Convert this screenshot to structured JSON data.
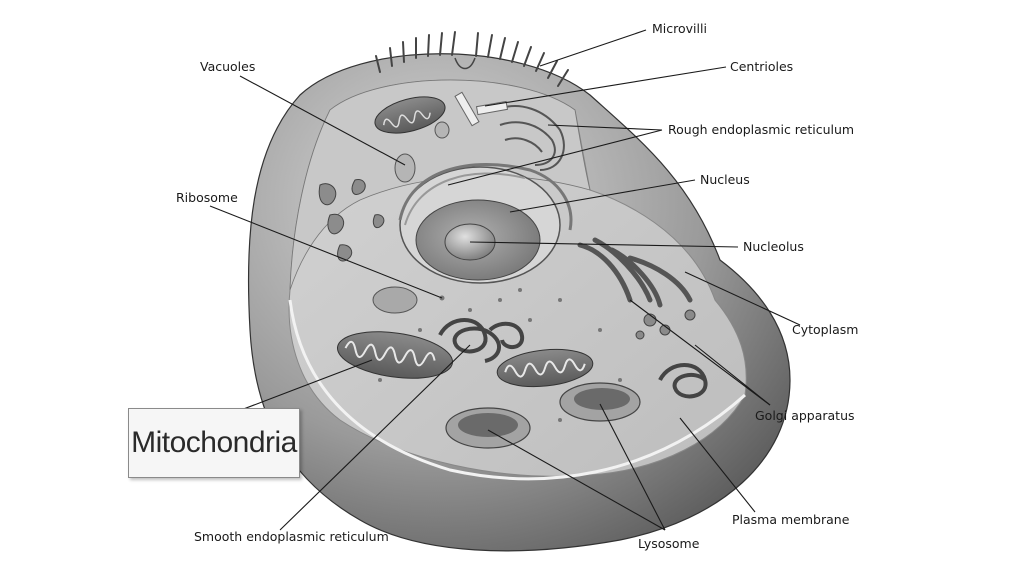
{
  "labels": {
    "microvilli": "Microvilli",
    "vacuoles": "Vacuoles",
    "centrioles": "Centrioles",
    "rough_er": "Rough endoplasmic reticulum",
    "nucleus": "Nucleus",
    "ribosome": "Ribosome",
    "nucleolus": "Nucleolus",
    "cytoplasm": "Cytoplasm",
    "golgi": "Golgi apparatus",
    "plasma_membrane": "Plasma membrane",
    "lysosome": "Lysosome",
    "smooth_er": "Smooth endoplasmic reticulum",
    "mitochondria": "Mitochondria"
  },
  "style": {
    "background": "#ffffff",
    "ink": "#1a1a1a"
  }
}
